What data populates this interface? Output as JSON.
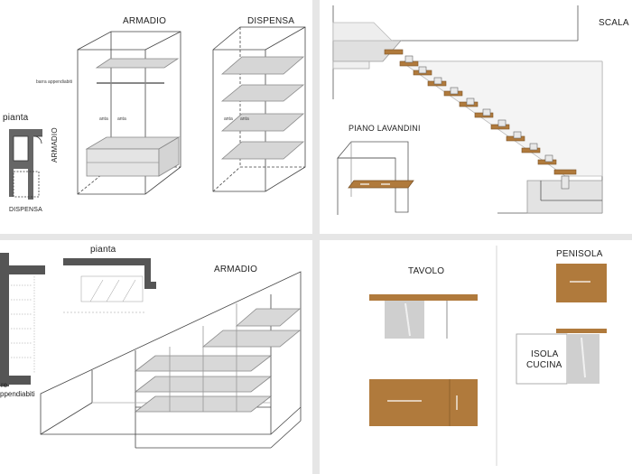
{
  "panel_tl": {
    "title_armadio": "ARMADIO",
    "title_dispensa": "DISPENSA",
    "label_pianta": "pianta",
    "label_armadio_vert": "ARMADIO",
    "label_dispensa_plan": "DISPENSA",
    "note_barra": "barra appendiabiti",
    "note_anta_1": "anta",
    "note_anta_2": "anta",
    "note_anta_3": "anta",
    "note_anta_4": "anta"
  },
  "panel_tr": {
    "title_scala": "SCALA",
    "title_piano": "PIANO LAVANDINI"
  },
  "panel_bl": {
    "title_pianta": "pianta",
    "title_armadio": "ARMADIO",
    "note_appendiabiti_1": "re",
    "note_appendiabiti_2": "ppendiabiti"
  },
  "panel_br": {
    "title_tavolo": "TAVOLO",
    "title_penisola": "PENISOLA",
    "title_isola_1": "ISOLA",
    "title_isola_2": "CUCINA"
  },
  "colors": {
    "wood": "#b07a3c",
    "wall": "#555555",
    "shelf": "#dcdcdc",
    "glass": "#cfcfcf",
    "background": "#e6e6e6"
  }
}
